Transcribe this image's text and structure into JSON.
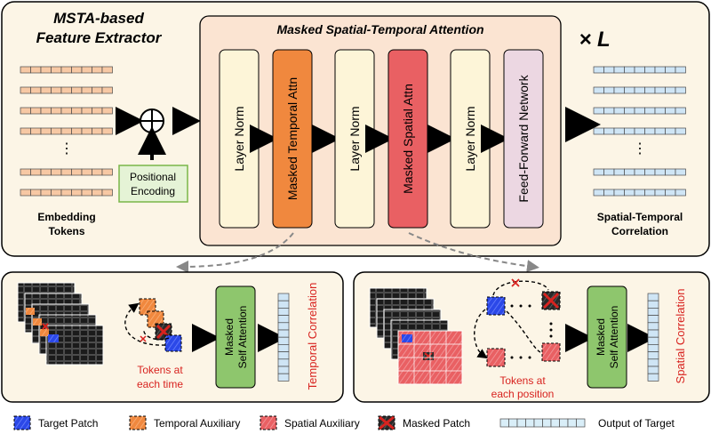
{
  "top": {
    "extractor_title_line1": "MSTA-based",
    "extractor_title_line2": "Feature Extractor",
    "msta_title": "Masked Spatial-Temporal Attention",
    "repeat_label": "× L",
    "input_label_line1": "Embedding",
    "input_label_line2": "Tokens",
    "positional_line1": "Positional",
    "positional_line2": "Encoding",
    "output_label_line1": "Spatial-Temporal",
    "output_label_line2": "Correlation",
    "ellipsis": "⋮",
    "blocks": [
      {
        "label": "Layer Norm",
        "color": "#fdf5d8"
      },
      {
        "label": "Masked Temporal Attn",
        "color": "#f0883e"
      },
      {
        "label": "Layer Norm",
        "color": "#fdf5d8"
      },
      {
        "label": "Masked Spatial Attn",
        "color": "#e96063"
      },
      {
        "label": "Layer Norm",
        "color": "#fdf5d8"
      },
      {
        "label": "Feed-Forward Network",
        "color": "#ecd7e2"
      }
    ]
  },
  "temporal_panel": {
    "attention_line1": "Masked",
    "attention_line2": "Self Attention",
    "tokens_line1": "Tokens at",
    "tokens_line2": "each time",
    "output_label": "Temporal Correlation"
  },
  "spatial_panel": {
    "attention_line1": "Masked",
    "attention_line2": "Self Attention",
    "tokens_line1": "Tokens at",
    "tokens_line2": "each position",
    "output_label": "Spatial Correlation"
  },
  "legend": [
    {
      "label": "Target Patch",
      "icon": "target-patch-icon",
      "color": "#2b48e8"
    },
    {
      "label": "Temporal Auxiliary",
      "icon": "temporal-aux-icon",
      "color": "#f0883e"
    },
    {
      "label": "Spatial Auxiliary",
      "icon": "spatial-aux-icon",
      "color": "#e96063"
    },
    {
      "label": "Masked Patch",
      "icon": "masked-patch-icon",
      "color": "#d8231f"
    },
    {
      "label": "Output of Target",
      "icon": "output-target-icon",
      "color": "#d9eef8"
    }
  ],
  "colors": {
    "panel_bg": "#fcf5e6",
    "msta_bg": "#fbe4d2",
    "attention_box": "#8ec66d",
    "token_orange": "#f7c8a4",
    "token_blue": "#cfe5f5",
    "accent_red": "#d8231f"
  }
}
